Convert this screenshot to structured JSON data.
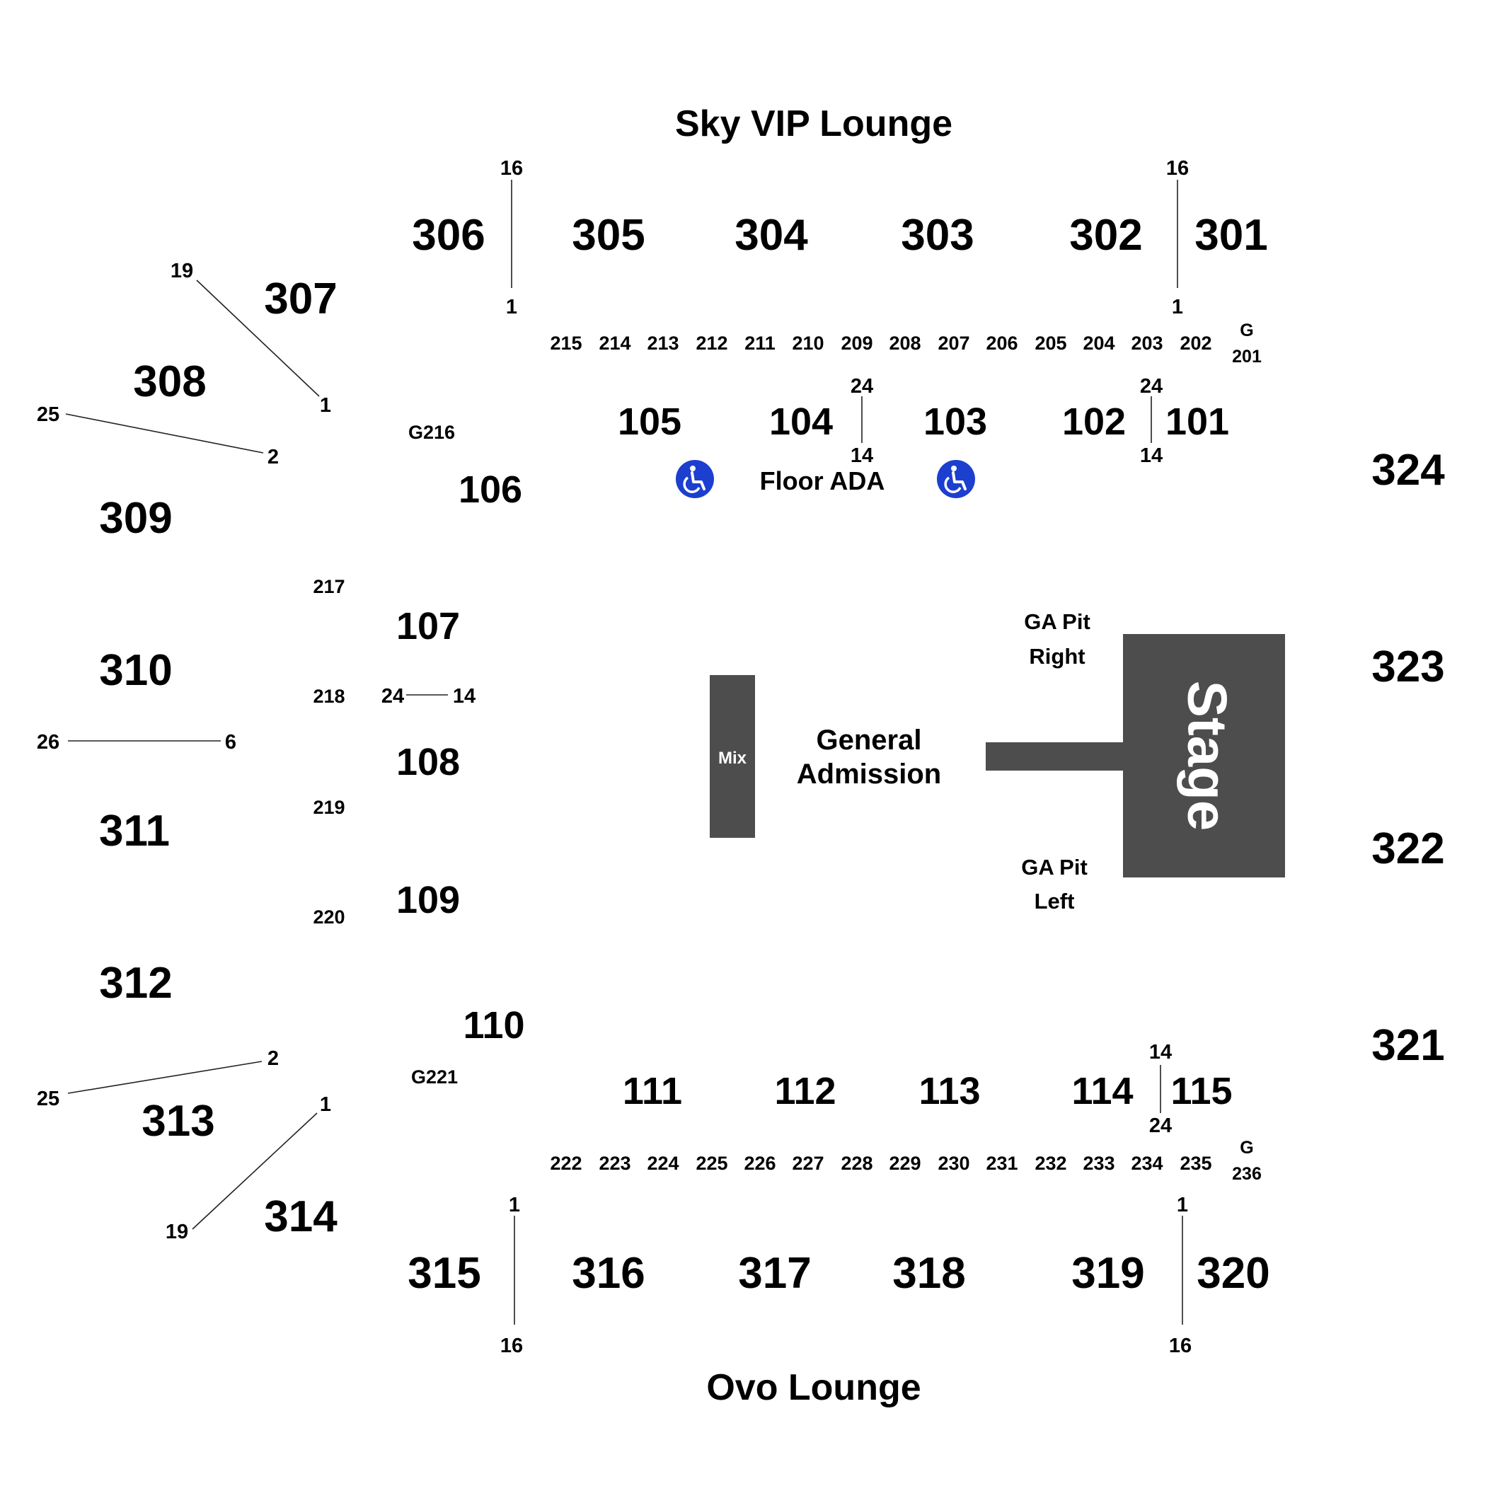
{
  "colors": {
    "block": "#4d4d4d",
    "ada": "#1c3fcf",
    "text": "#000000",
    "stage_text": "#ffffff"
  },
  "lounges": {
    "top": "Sky VIP Lounge",
    "bottom": "Ovo Lounge"
  },
  "sections_300": [
    "301",
    "302",
    "303",
    "304",
    "305",
    "306",
    "307",
    "308",
    "309",
    "310",
    "311",
    "312",
    "313",
    "314",
    "315",
    "316",
    "317",
    "318",
    "319",
    "320",
    "321",
    "322",
    "323",
    "324"
  ],
  "sections_200": [
    "202",
    "203",
    "204",
    "205",
    "206",
    "207",
    "208",
    "209",
    "210",
    "211",
    "212",
    "213",
    "214",
    "215",
    "217",
    "218",
    "219",
    "220",
    "222",
    "223",
    "224",
    "225",
    "226",
    "227",
    "228",
    "229",
    "230",
    "231",
    "232",
    "233",
    "234",
    "235"
  ],
  "sections_100": [
    "101",
    "102",
    "103",
    "104",
    "105",
    "106",
    "107",
    "108",
    "109",
    "110",
    "111",
    "112",
    "113",
    "114",
    "115"
  ],
  "special_sections": {
    "g201": "201",
    "g236": "236",
    "g_letter": "G",
    "g216": "G216",
    "g221": "G221"
  },
  "row_markers": {
    "r306_top": "16",
    "r306_bottom": "1",
    "r301_top": "16",
    "r301_bottom": "1",
    "r307_19": "19",
    "r307_1": "1",
    "r308_25": "25",
    "r308_2": "2",
    "r310_26": "26",
    "r310_6": "6",
    "r313_25": "25",
    "r313_2": "2",
    "r314_1": "1",
    "r314_19": "19",
    "r315_1": "1",
    "r315_16": "16",
    "r320_1": "1",
    "r320_16": "16",
    "r104_24": "24",
    "r104_14": "14",
    "r101_24": "24",
    "r101_14": "14",
    "r107_24": "24",
    "r107_14": "14",
    "r114_14": "14",
    "r114_24": "24"
  },
  "floor": {
    "ada_label": "Floor ADA",
    "ga_line1": "General",
    "ga_line2": "Admission",
    "pit_right_1": "GA Pit",
    "pit_right_2": "Right",
    "pit_left_1": "GA Pit",
    "pit_left_2": "Left",
    "mix": "Mix",
    "stage": "Stage"
  },
  "icons": {
    "ada": "wheelchair-icon"
  }
}
